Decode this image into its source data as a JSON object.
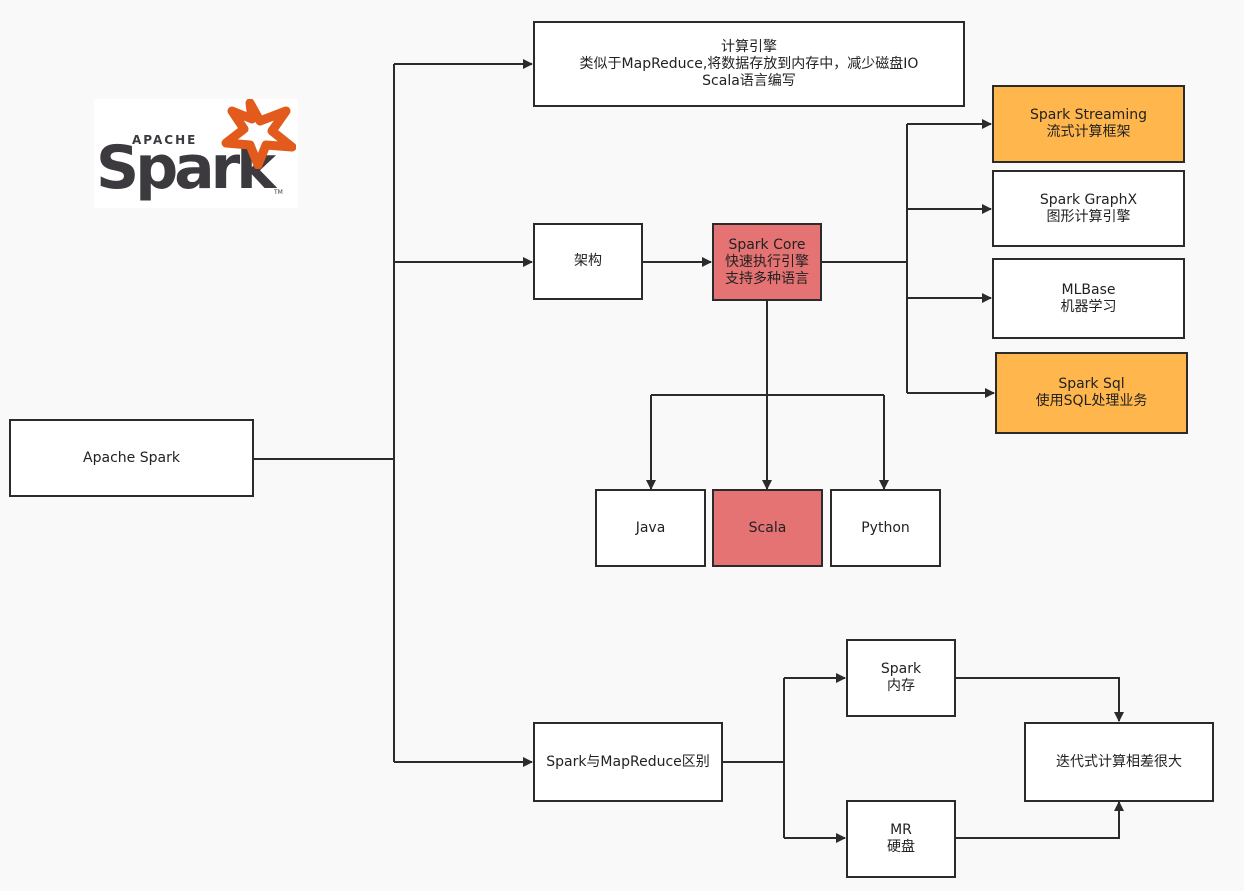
{
  "nodes": {
    "apache_spark": {
      "lines": [
        "Apache Spark"
      ]
    },
    "engine": {
      "lines": [
        "计算引擎",
        "类似于MapReduce,将数据存放到内存中，减少磁盘IO",
        "Scala语言编写"
      ]
    },
    "architecture": {
      "lines": [
        "架构"
      ]
    },
    "spark_core": {
      "lines": [
        "Spark Core",
        "快速执行引擎",
        "支持多种语言"
      ]
    },
    "spark_streaming": {
      "lines": [
        "Spark Streaming",
        "流式计算框架"
      ]
    },
    "spark_graphx": {
      "lines": [
        "Spark GraphX",
        "图形计算引擎"
      ]
    },
    "mlbase": {
      "lines": [
        "MLBase",
        "机器学习"
      ]
    },
    "spark_sql": {
      "lines": [
        "Spark Sql",
        "使用SQL处理业务"
      ]
    },
    "java": {
      "lines": [
        "Java"
      ]
    },
    "scala": {
      "lines": [
        "Scala"
      ]
    },
    "python": {
      "lines": [
        "Python"
      ]
    },
    "spark_vs_mr": {
      "lines": [
        "Spark与MapReduce区别"
      ]
    },
    "spark_memory": {
      "lines": [
        "Spark",
        "内存"
      ]
    },
    "mr_disk": {
      "lines": [
        "MR",
        "硬盘"
      ]
    },
    "iterative": {
      "lines": [
        "迭代式计算相差很大"
      ]
    }
  },
  "logo": {
    "apache": "APACHE",
    "spark": "Spark",
    "tm": "TM"
  },
  "colors": {
    "red_fill": "#e57373",
    "orange_fill": "#ffb74d",
    "star": "#e25a1c",
    "line": "#2b2b2b"
  }
}
